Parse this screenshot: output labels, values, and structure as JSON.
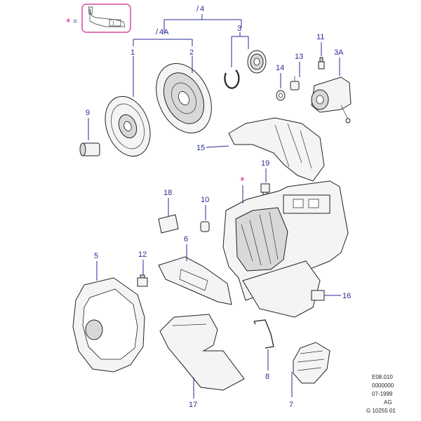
{
  "legend": {
    "star": "*",
    "equals": "=",
    "box_color": "#d0208a"
  },
  "groups": {
    "g4": {
      "mark": "/",
      "label": "4"
    },
    "g4a": {
      "mark": "/",
      "label": "4A"
    }
  },
  "callouts": {
    "c1": "1",
    "c2": "2",
    "c3": "3",
    "c3a": "3A",
    "c5": "5",
    "c6": "6",
    "c7": "7",
    "c8": "8",
    "c9": "9",
    "c10": "10",
    "c11": "11",
    "c12": "12",
    "c13": "13",
    "c14": "14",
    "c15": "15",
    "c16": "16",
    "c17": "17",
    "c18": "18",
    "c19": "19"
  },
  "star_marker": "*",
  "reference": {
    "line1": "E08.010",
    "line2": "0000000",
    "line3": "07-1999",
    "line4": "AG",
    "line5": "G 10255 01"
  },
  "colors": {
    "callout": "#2a2a9a",
    "marker": "#d0208a",
    "line_art": "#222222"
  }
}
